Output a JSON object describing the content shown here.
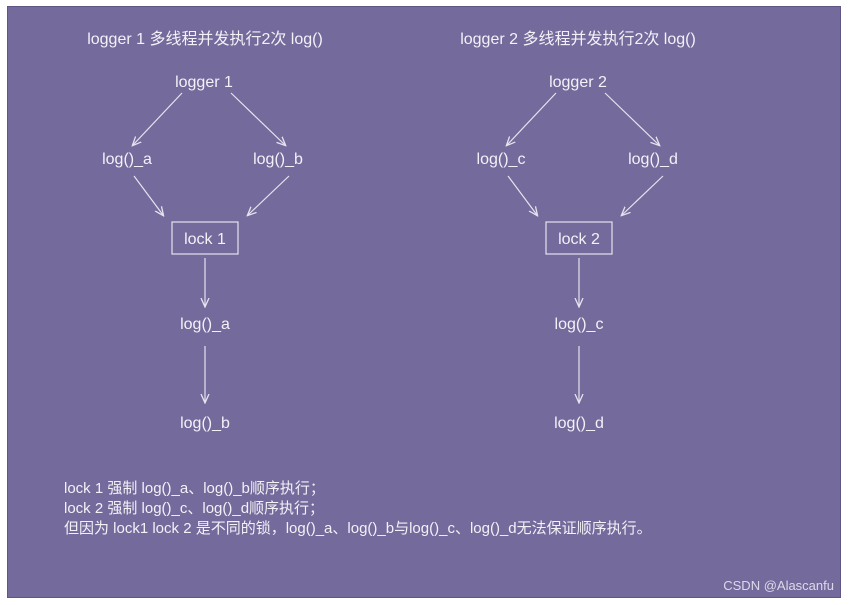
{
  "colors": {
    "background": "#746a9b",
    "foreground": "#f3f1f8",
    "line": "#e6e3ef"
  },
  "left": {
    "title": "logger 1 多线程并发执行2次 log()",
    "root": "logger 1",
    "branch_a": "log()_a",
    "branch_b": "log()_b",
    "lock": "lock 1",
    "out_first": "log()_a",
    "out_second": "log()_b"
  },
  "right": {
    "title": "logger 2 多线程并发执行2次 log()",
    "root": "logger 2",
    "branch_a": "log()_c",
    "branch_b": "log()_d",
    "lock": "lock 2",
    "out_first": "log()_c",
    "out_second": "log()_d"
  },
  "notes": [
    "lock 1 强制 log()_a、log()_b顺序执行；",
    "lock 2 强制 log()_c、log()_d顺序执行；",
    "但因为 lock1 lock 2 是不同的锁，log()_a、log()_b与log()_c、log()_d无法保证顺序执行。"
  ],
  "watermark": "CSDN @Alascanfu"
}
